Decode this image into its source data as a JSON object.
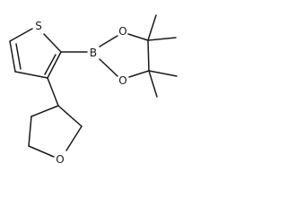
{
  "molecule": {
    "atoms": {
      "sulfur": "S",
      "boron": "B",
      "oxygen_upper": "O",
      "oxygen_lower": "O",
      "oxygen_ring": "O"
    }
  },
  "colors": {
    "bond": "#1a1a1a",
    "background": "#ffffff"
  }
}
